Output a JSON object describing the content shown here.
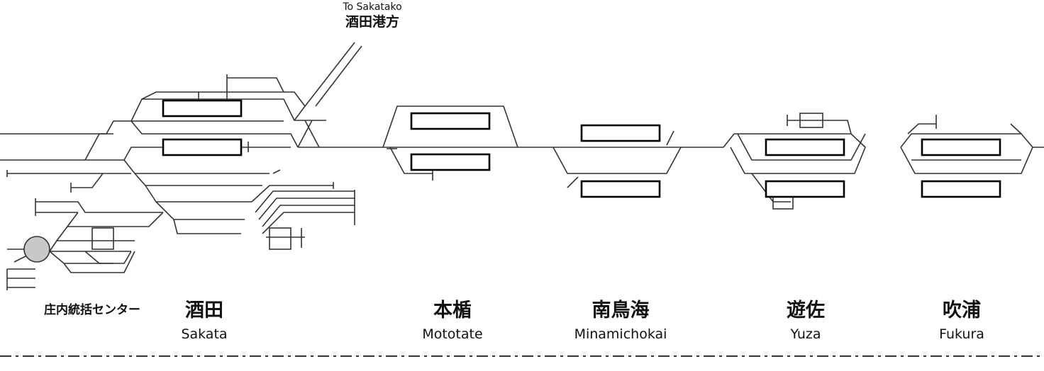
{
  "branch": {
    "en": "To Sakatako",
    "jp": "酒田港方"
  },
  "depot": {
    "jp": "庄内統括センター"
  },
  "stations": [
    {
      "id": "sakata",
      "jp": "酒田",
      "en": "Sakata"
    },
    {
      "id": "mototate",
      "jp": "本楯",
      "en": "Mototate"
    },
    {
      "id": "minamichokai",
      "jp": "南鳥海",
      "en": "Minamichokai"
    },
    {
      "id": "yuza",
      "jp": "遊佐",
      "en": "Yuza"
    },
    {
      "id": "fukura",
      "jp": "吹浦",
      "en": "Fukura"
    }
  ],
  "colors": {
    "line": "#333333",
    "platform": "#000000",
    "turntable": "#c8c8c8",
    "background": "#ffffff"
  }
}
